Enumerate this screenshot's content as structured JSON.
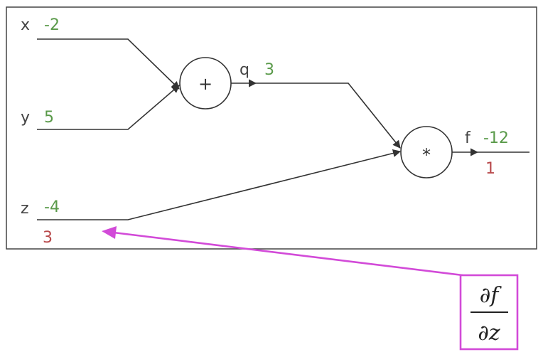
{
  "colors": {
    "forward_value": "#5a9a4a",
    "gradient_value": "#b8484a",
    "annotation": "#d24ad8",
    "line": "#333333",
    "frame": "#444444"
  },
  "inputs": {
    "x": {
      "name": "x",
      "value": "-2"
    },
    "y": {
      "name": "y",
      "value": "5"
    },
    "z": {
      "name": "z",
      "value": "-4",
      "gradient": "3"
    }
  },
  "nodes": {
    "add": {
      "symbol": "+"
    },
    "multiply": {
      "symbol": "*"
    }
  },
  "intermediate": {
    "q": {
      "name": "q",
      "value": "3"
    }
  },
  "output": {
    "f": {
      "name": "f",
      "value": "-12",
      "gradient": "1"
    }
  },
  "annotation": {
    "numerator": "∂f",
    "denominator": "∂z"
  }
}
